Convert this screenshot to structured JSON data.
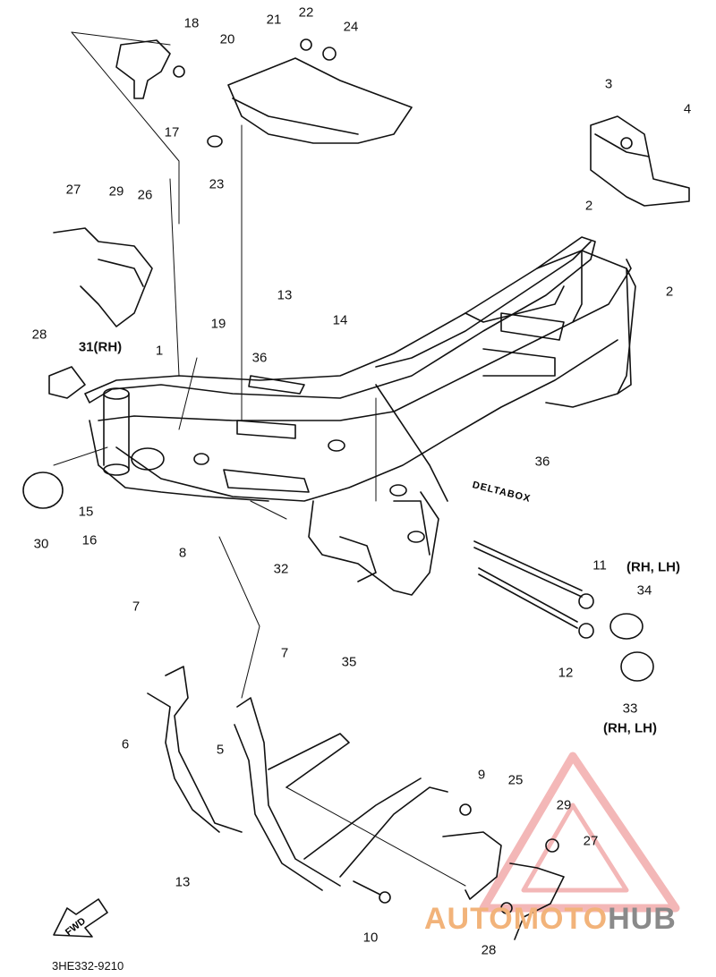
{
  "callouts": {
    "c1": "1",
    "c2a": "2",
    "c2b": "2",
    "c3": "3",
    "c4": "4",
    "c5": "5",
    "c6": "6",
    "c7a": "7",
    "c7b": "7",
    "c8": "8",
    "c9": "9",
    "c10": "10",
    "c11": "11",
    "c12": "12",
    "c13a": "13",
    "c13b": "13",
    "c14": "14",
    "c15": "15",
    "c16": "16",
    "c17": "17",
    "c18": "18",
    "c19": "19",
    "c20": "20",
    "c21": "21",
    "c22": "22",
    "c23": "23",
    "c24": "24",
    "c25": "25",
    "c26": "26",
    "c27a": "27",
    "c27b": "27",
    "c28a": "28",
    "c28b": "28",
    "c29a": "29",
    "c29b": "29",
    "c30": "30",
    "c31": "31(RH)",
    "c32": "32",
    "c33": "33",
    "c34": "34",
    "c35": "35",
    "c36a": "36",
    "c36b": "36",
    "rh_lh_11": "(RH, LH)",
    "rh_lh_33": "(RH, LH)"
  },
  "deltabox_label": "DELTABOX",
  "fwd_label": "FWD",
  "part_code": "3HE332-9210",
  "watermark": {
    "part_a": "AUTO",
    "part_b": "MOTO",
    "part_c": "HUB",
    "color_a": "#f2b37a",
    "color_b": "#8a8a8a",
    "triangle_color": "#f0a0a0"
  },
  "line_color": "#111111"
}
